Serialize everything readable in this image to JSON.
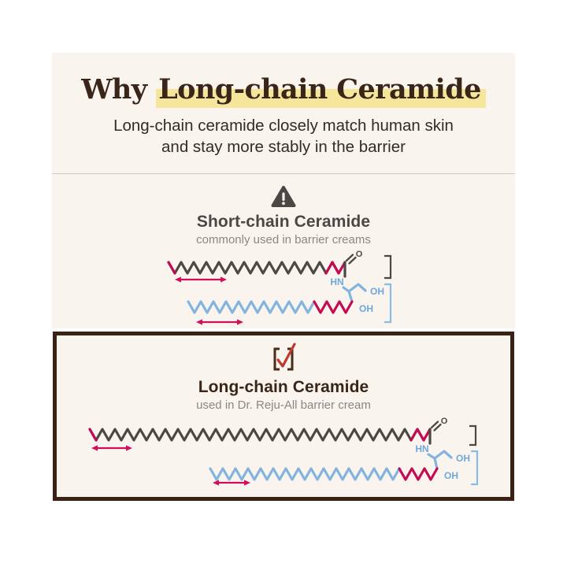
{
  "header": {
    "title_prefix": "Why ",
    "title_highlight": "Long-chain Ceramide",
    "subtitle_line1": "Long-chain ceramide closely match human skin",
    "subtitle_line2": "and stay more stably in the barrier"
  },
  "short_section": {
    "icon": "warning-triangle",
    "title": "Short-chain Ceramide",
    "caption": "commonly used in barrier creams"
  },
  "long_section": {
    "icon": "checked-box",
    "title": "Long-chain Ceramide",
    "caption": "used in Dr. Reju-All barrier cream"
  },
  "molecule_labels": {
    "oxygen": "O",
    "amide": "HN",
    "hydroxyl": "OH"
  },
  "colors": {
    "background": "#ffffff",
    "panel": "#faf4ee",
    "title_brown": "#3a2619",
    "highlight_yellow": "#f5e69b",
    "text_dark": "#302c29",
    "text_gray": "#8b8785",
    "divider": "#ccc8c4",
    "chain_dark": "#4b4845",
    "chain_red": "#c30a52",
    "chain_blue": "#82b4df",
    "arrow_red": "#d0105c",
    "box_border": "#3a2315",
    "check_red": "#c0392e"
  }
}
